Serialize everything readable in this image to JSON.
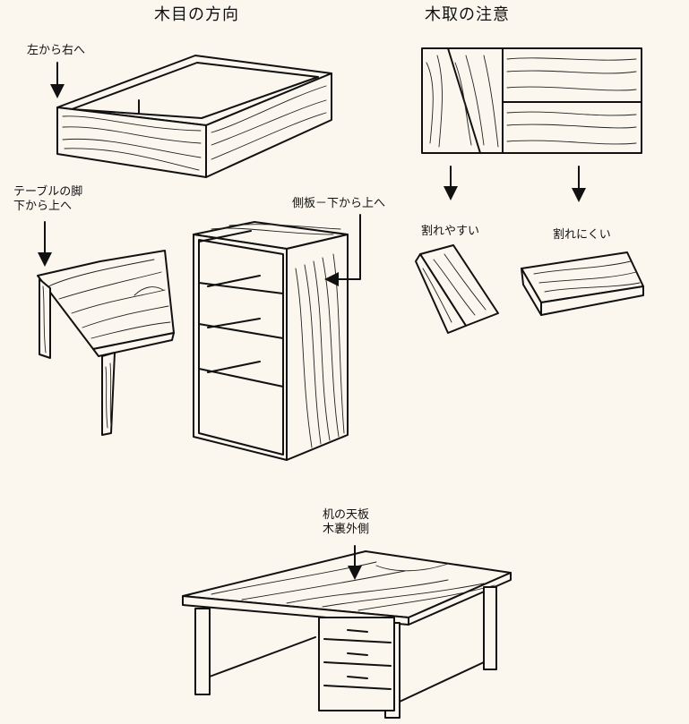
{
  "headings": {
    "left": "木目の方向",
    "right": "木取の注意"
  },
  "labels": {
    "box": "左から右へ",
    "table_leg": [
      "テーブルの脚",
      "下から上へ"
    ],
    "shelf_side": "側板－下から上へ",
    "desk_top": [
      "机の天板",
      "木裏外側"
    ],
    "splits_easily": "割れやすい",
    "splits_less": "割れにくい"
  },
  "marks": {
    "bad": "×",
    "good": "○"
  },
  "colors": {
    "paper": "#fbf7ee",
    "ink": "#111111"
  }
}
